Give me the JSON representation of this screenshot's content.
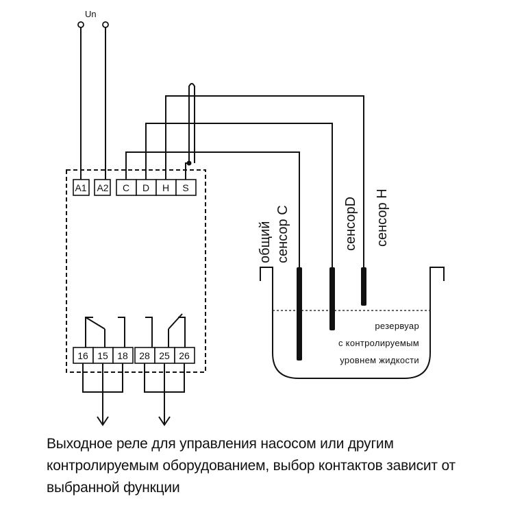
{
  "supply_label": "Un",
  "input_terminals": [
    "A1",
    "A2",
    "C",
    "D",
    "H",
    "S"
  ],
  "output_terminals": [
    "16",
    "15",
    "18",
    "28",
    "25",
    "26"
  ],
  "sensors": {
    "common": [
      "общий",
      "сенсор С"
    ],
    "d": "сенсорD",
    "h": "сенсор Н"
  },
  "reservoir_label": [
    "резервуар",
    "с контролируемым",
    "уровнем жидкости"
  ],
  "caption_lines": [
    "Выходное реле для управления насосом  или другим",
    "контролируемым оборудованием, выбор контактов зависит от",
    "выбранной функции"
  ]
}
